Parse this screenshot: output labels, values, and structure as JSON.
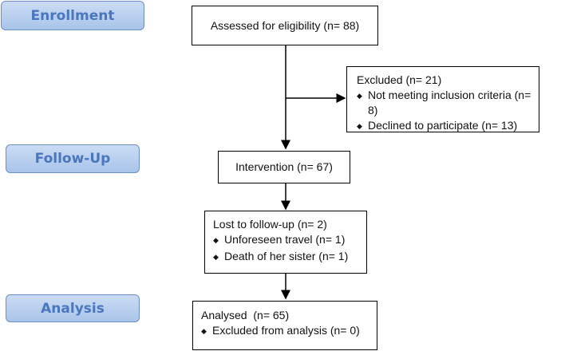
{
  "phases": {
    "enrollment": "Enrollment",
    "follow_up": "Follow-Up",
    "analysis": "Analysis"
  },
  "boxes": {
    "assessed": "Assessed for eligibility (n= 88)",
    "excluded": {
      "title": "Excluded (n= 21)",
      "items": [
        "Not meeting inclusion criteria (n= 8)",
        "Declined to participate (n= 13)"
      ]
    },
    "intervention": "Intervention (n= 67)",
    "lost": {
      "title": "Lost to follow-up (n= 2)",
      "items": [
        "Unforeseen travel (n= 1)",
        "Death of her sister (n= 1)"
      ]
    },
    "analysed": {
      "title": "Analysed  (n= 65)",
      "items": [
        "Excluded from analysis (n= 0)"
      ]
    }
  },
  "bullet_glyph": "◆",
  "colors": {
    "phase_fill": "#b5cdee",
    "phase_text": "#4a76bd",
    "line": "#000000"
  }
}
